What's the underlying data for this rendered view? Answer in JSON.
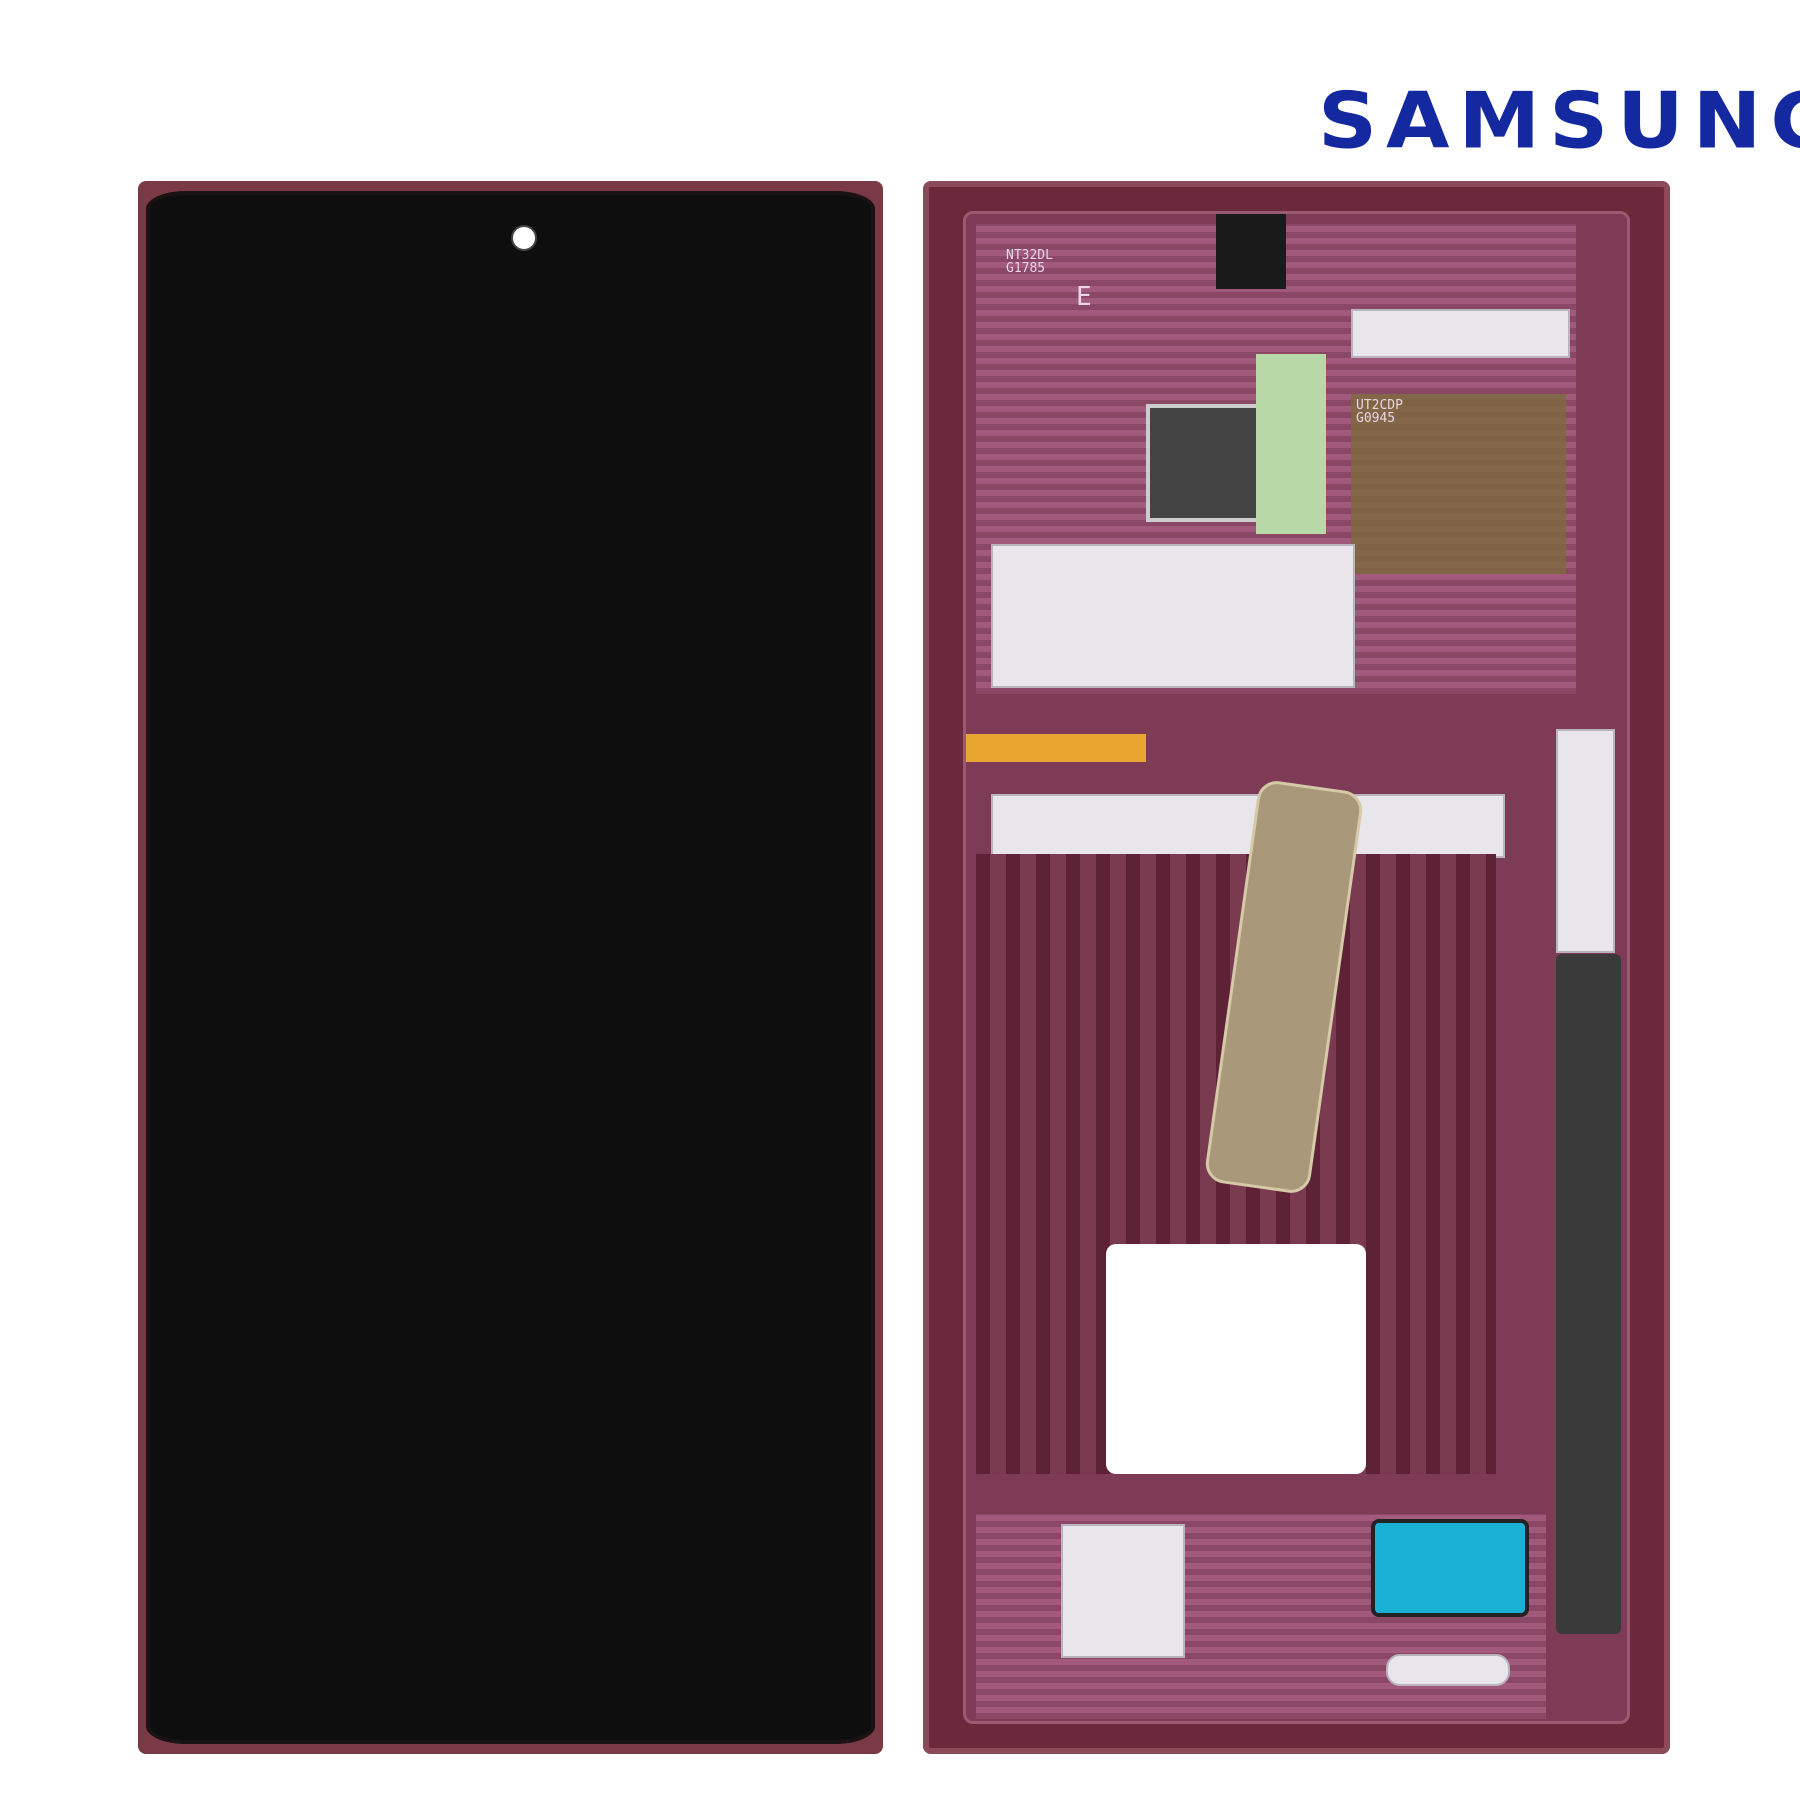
{
  "brand": {
    "logo_text": "SAMSUNG",
    "color": "#1428a0"
  },
  "product": {
    "frame_color": "#7a3a45"
  },
  "back_labels": {
    "top_left": "NT32DL\nG1785",
    "e_mark": "E",
    "flex_code": "UT2CDP\nG0945"
  }
}
